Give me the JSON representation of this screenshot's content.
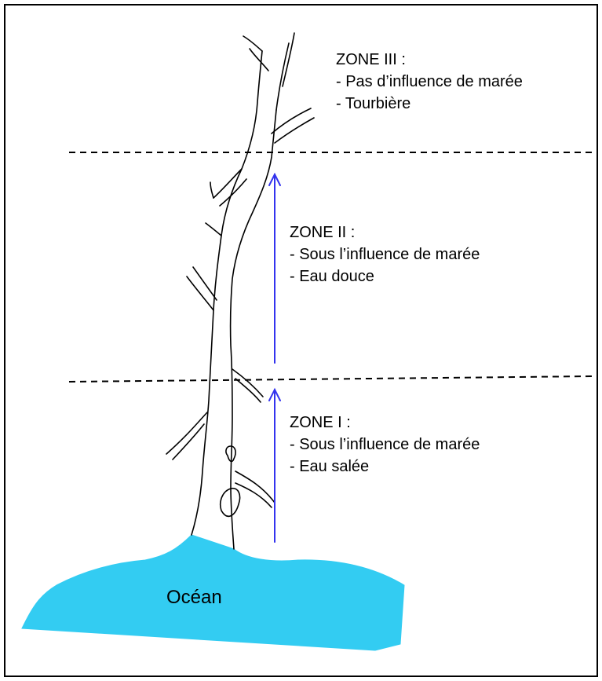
{
  "zones": [
    {
      "title": "ZONE III :",
      "line1": "- Pas d’influence de   marée",
      "line2": "- Tourbière"
    },
    {
      "title": "ZONE II :",
      "line1": "- Sous l’influence de   marée",
      "line2": "- Eau douce"
    },
    {
      "title": "ZONE I :",
      "line1": "- Sous l’influence de   marée",
      "line2": "- Eau salée"
    }
  ],
  "ocean": {
    "label": "Océan",
    "color": "#33ccf2"
  },
  "colors": {
    "arrow": "#3333ee",
    "divider": "#000000",
    "river_outline": "#000000"
  }
}
